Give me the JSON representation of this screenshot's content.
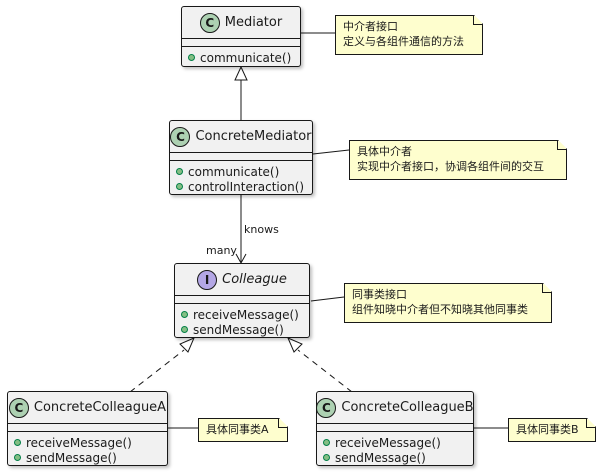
{
  "classes": {
    "mediator": {
      "name": "Mediator",
      "stereotype": "C",
      "methods": [
        "communicate()"
      ]
    },
    "concrete_mediator": {
      "name": "ConcreteMediator",
      "stereotype": "C",
      "methods": [
        "communicate()",
        "controlInteraction()"
      ]
    },
    "colleague": {
      "name": "Colleague",
      "stereotype": "I",
      "methods": [
        "receiveMessage()",
        "sendMessage()"
      ]
    },
    "colleague_a": {
      "name": "ConcreteColleagueA",
      "stereotype": "C",
      "methods": [
        "receiveMessage()",
        "sendMessage()"
      ]
    },
    "colleague_b": {
      "name": "ConcreteColleagueB",
      "stereotype": "C",
      "methods": [
        "receiveMessage()",
        "sendMessage()"
      ]
    }
  },
  "notes": {
    "mediator": [
      "中介者接口",
      "定义与各组件通信的方法"
    ],
    "concrete_mediator": [
      "具体中介者",
      "实现中介者接口，协调各组件间的交互"
    ],
    "colleague": [
      "同事类接口",
      "组件知晓中介者但不知晓其他同事类"
    ],
    "colleague_a": [
      "具体同事类A"
    ],
    "colleague_b": [
      "具体同事类B"
    ]
  },
  "association": {
    "label": "knows",
    "multiplicity": "many"
  },
  "colors": {
    "class_fill": "#f1f1f1",
    "class_badge": "#add1b2",
    "interface_badge": "#b4a7e5",
    "note_fill": "#fefece",
    "method_dot": "#84be84"
  }
}
